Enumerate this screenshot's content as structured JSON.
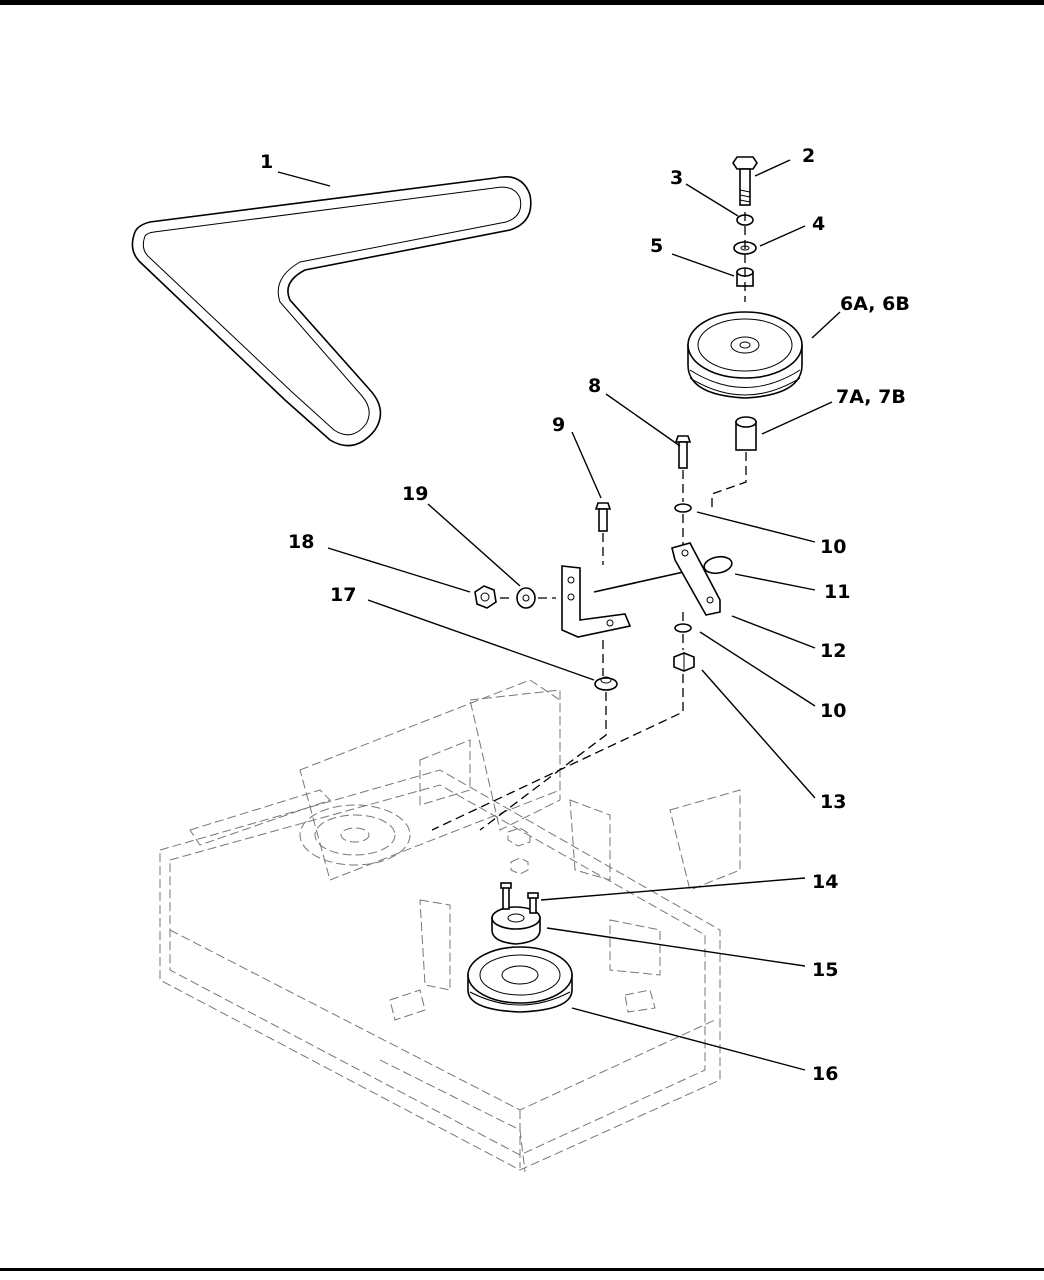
{
  "diagram": {
    "callouts": {
      "c1": "1",
      "c2": "2",
      "c3": "3",
      "c4": "4",
      "c5": "5",
      "c6": "6A, 6B",
      "c7": "7A, 7B",
      "c8": "8",
      "c9": "9",
      "c10a": "10",
      "c11": "11",
      "c12": "12",
      "c10b": "10",
      "c13": "13",
      "c14": "14",
      "c15": "15",
      "c16": "16",
      "c17": "17",
      "c18": "18",
      "c19": "19"
    }
  }
}
